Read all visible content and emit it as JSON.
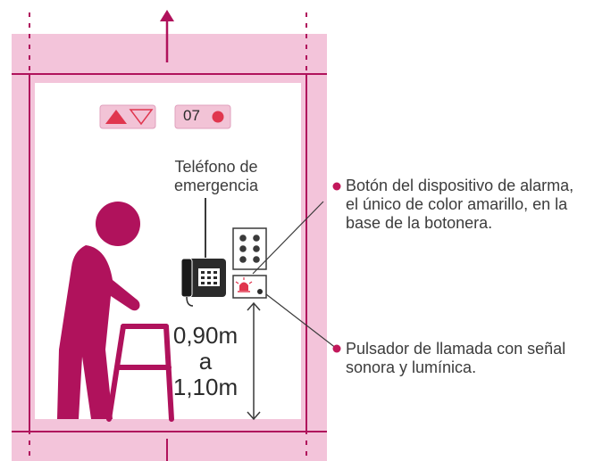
{
  "colors": {
    "shaft_pink": "#f3c4da",
    "magenta": "#b0125c",
    "accent_red": "#e0364e",
    "panel_fill": "#f2c3d6",
    "text": "#3c3c3c"
  },
  "floor_indicator": {
    "text": "07"
  },
  "phone": {
    "label_line1": "Teléfono de",
    "label_line2": "emergencia"
  },
  "height": {
    "line1": "0,90m",
    "line2": "a",
    "line3": "1,10m"
  },
  "callouts": [
    {
      "lines": [
        "Botón del dispositivo de alarma,",
        "el único de color amarillo, en la",
        "base de la botonera."
      ]
    },
    {
      "lines": [
        "Pulsador de llamada con señal",
        "sonora y lumínica."
      ]
    }
  ],
  "icons": [
    "up-arrow-icon",
    "down-arrow-icon",
    "red-dot-icon",
    "phone-icon",
    "keypad-icon",
    "alarm-bell-icon",
    "person-with-walker-icon"
  ]
}
